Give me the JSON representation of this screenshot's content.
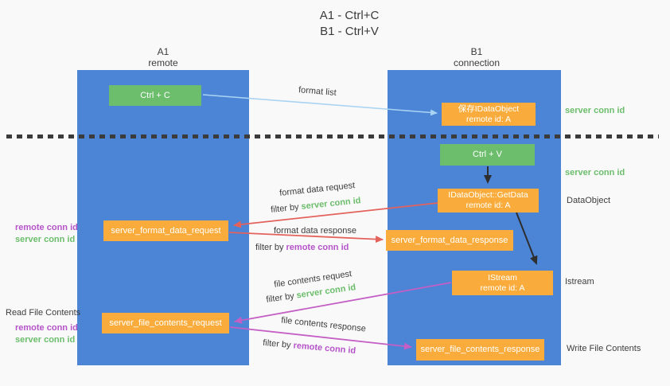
{
  "title": {
    "line1": "A1 - Ctrl+C",
    "line2": "B1 - Ctrl+V"
  },
  "lifelines": {
    "left": {
      "header_line1": "A1",
      "header_line2": "remote"
    },
    "right": {
      "header_line1": "B1",
      "header_line2": "connection"
    }
  },
  "nodes": {
    "ctrl_c": {
      "label": "Ctrl + C"
    },
    "ctrl_v": {
      "label": "Ctrl + V"
    },
    "save_dataobject": {
      "line1": "保存IDataObject",
      "line2": "remote id: A"
    },
    "getdata": {
      "line1": "IDataObject::GetData",
      "line2": "remote id: A"
    },
    "istream": {
      "line1": "IStream",
      "line2": "remote id: A"
    },
    "format_request": {
      "label": "server_format_data_request"
    },
    "format_response": {
      "label": "server_format_data_response"
    },
    "file_request": {
      "label": "server_file_contents_request"
    },
    "file_response": {
      "label": "server_file_contents_response"
    }
  },
  "edge_labels": {
    "format_list": "format list",
    "format_data_request": "format data request",
    "format_data_request_filter": {
      "prefix": "filter by ",
      "key": "server conn id"
    },
    "format_data_response": "format data response",
    "format_data_response_filter": {
      "prefix": "filter by ",
      "key": "remote conn id"
    },
    "file_contents_request": "file contents request",
    "file_contents_request_filter": {
      "prefix": "filter by ",
      "key": "server conn id"
    },
    "file_contents_response": "file contents response",
    "file_contents_response_filter": {
      "prefix": "filter by ",
      "key": "remote conn id"
    }
  },
  "side_labels": {
    "right_server_conn_id_top": "server conn id",
    "right_server_conn_id_mid": "server conn id",
    "right_dataobject": "DataObject",
    "right_istream": "Istream",
    "right_write_file_contents": "Write File Contents",
    "left_remote_conn_id_top": "remote conn id",
    "left_server_conn_id_top": "server conn id",
    "left_read_file_contents": "Read File Contents",
    "left_remote_conn_id_bottom": "remote conn id",
    "left_server_conn_id_bottom": "server conn id"
  },
  "colors": {
    "lifeline_blue": "#4C84D6",
    "box_green": "#6CBD6C",
    "box_orange": "#F9AC3B",
    "arrow_light_blue": "#A9D3F2",
    "arrow_red": "#E4625C",
    "arrow_magenta": "#C45FC5",
    "arrow_black": "#2E2E2E",
    "text_green": "#6CBD6C",
    "text_magenta": "#B553C9",
    "text_dark": "#3D3D3D"
  }
}
